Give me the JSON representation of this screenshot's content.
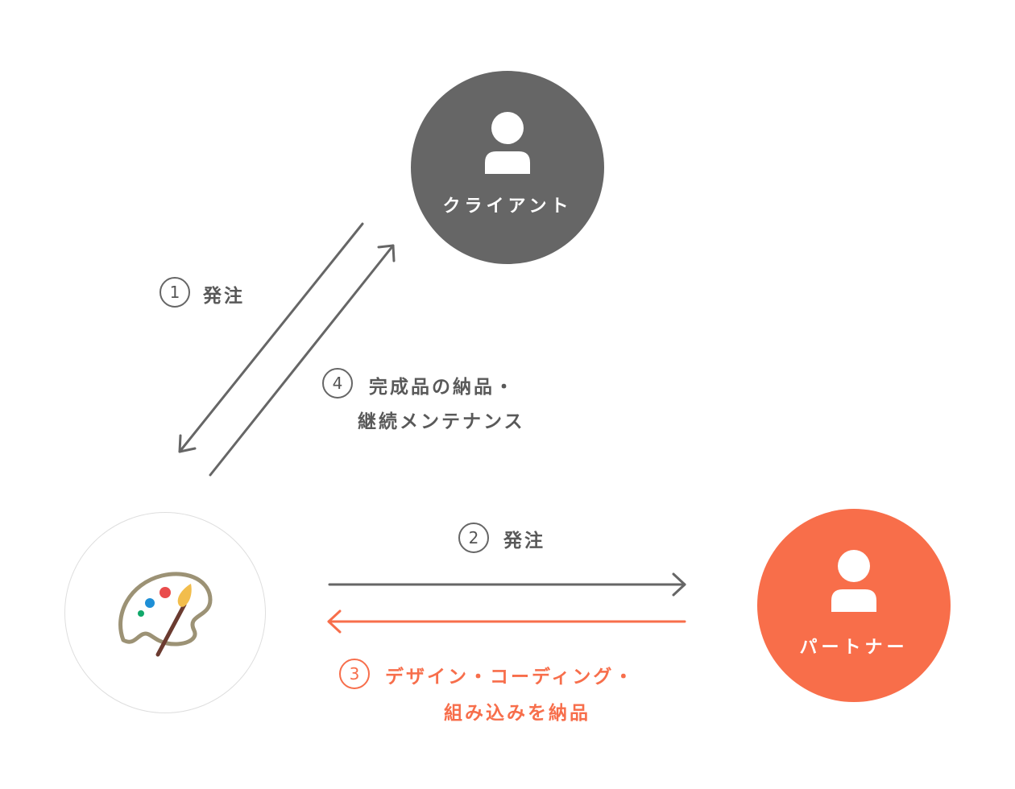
{
  "colors": {
    "client": "#666666",
    "partner": "#f86e4a",
    "arrow_gray": "#666666",
    "arrow_accent": "#f76e4b",
    "studio_border": "#dedede"
  },
  "nodes": {
    "client": {
      "label": "クライアント",
      "icon": "person-icon"
    },
    "partner": {
      "label": "パートナー",
      "icon": "person-icon"
    },
    "studio": {
      "icon": "palette-icon"
    }
  },
  "steps": {
    "step1": {
      "number": "1",
      "text": "発注"
    },
    "step2": {
      "number": "2",
      "text": "発注"
    },
    "step3": {
      "number": "3",
      "line1": "デザイン・コーディング・",
      "line2": "組み込みを納品"
    },
    "step4": {
      "number": "4",
      "line1": "完成品の納品・",
      "line2": "継続メンテナンス"
    }
  }
}
